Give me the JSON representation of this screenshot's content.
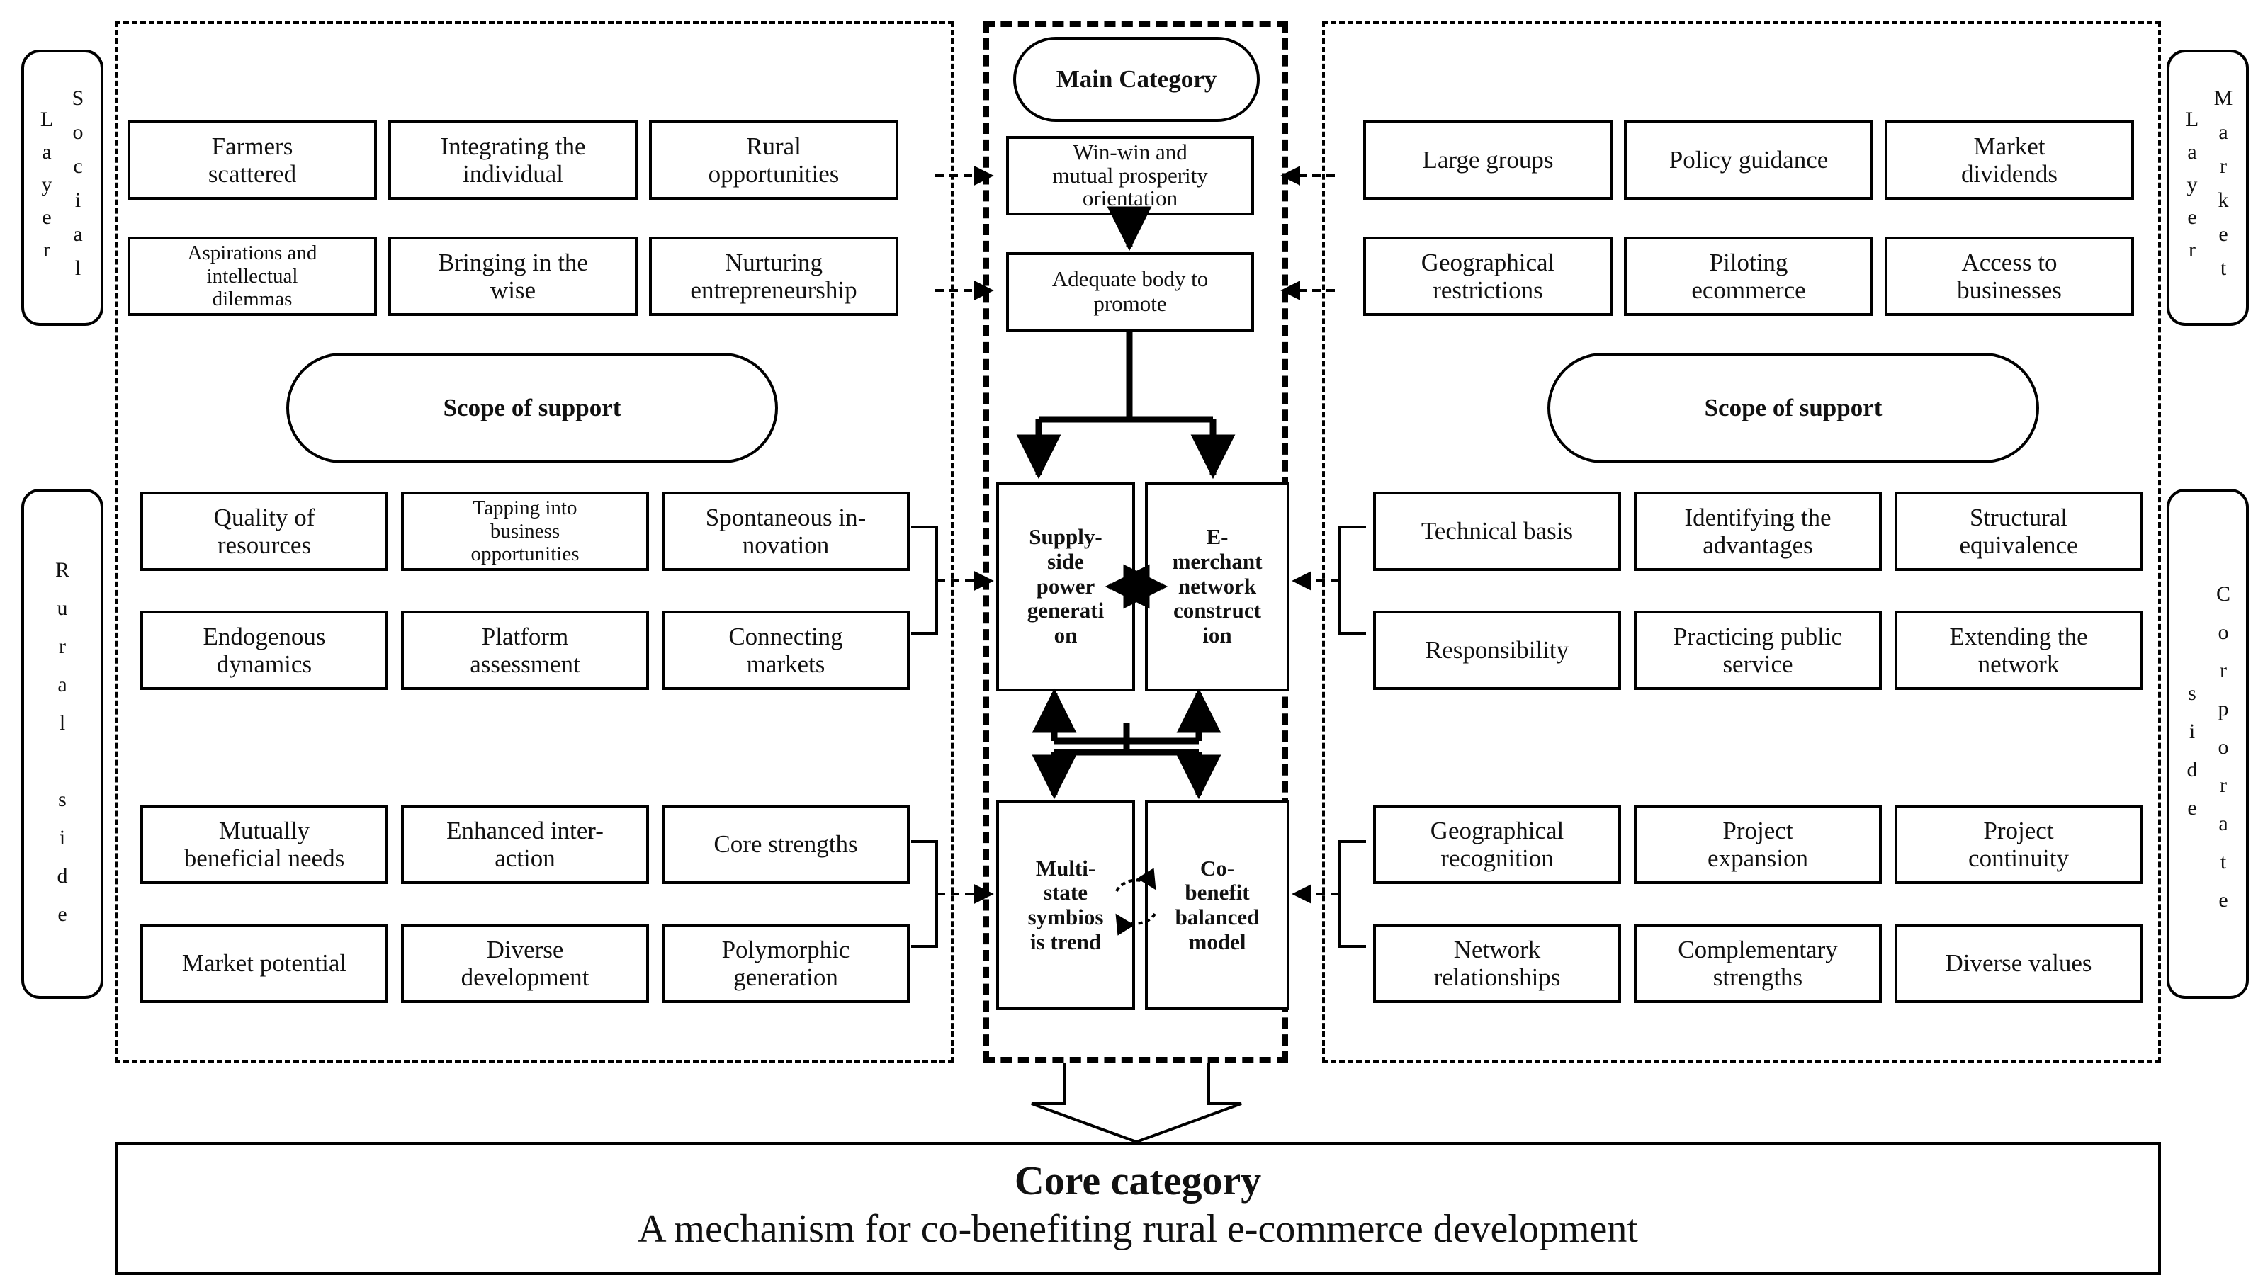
{
  "main": {
    "title": "Main Category",
    "win_win": "Win-win and\nmutual prosperity\norientation",
    "adequate_body": "Adequate body to\npromote",
    "supply_side": "Supply-\nside\npower\ngenerati\non",
    "e_merchant": "E-\nmerchant\nnetwork\nconstruct\nion",
    "multi_state": "Multi-\nstate\nsymbios\nis trend",
    "co_benefit": "Co-\nbenefit\nbalanced\nmodel"
  },
  "left": {
    "social_layer_label": {
      "col1": "Layer",
      "col2": "Social"
    },
    "rural_side_label": "Rural side",
    "scope": "Scope of support",
    "social_rows": [
      [
        "Farmers\nscattered",
        "Integrating the\nindividual",
        "Rural\nopportunities"
      ],
      [
        "Aspirations and\nintellectual\ndilemmas",
        "Bringing in the\nwise",
        "Nurturing\nentrepreneurship"
      ]
    ],
    "rural_rows_top": [
      [
        "Quality of\nresources",
        "Tapping into\nbusiness\nopportunities",
        "Spontaneous in-\nnovation"
      ],
      [
        "Endogenous\ndynamics",
        "Platform\nassessment",
        "Connecting\nmarkets"
      ]
    ],
    "rural_rows_bottom": [
      [
        "Mutually\nbeneficial needs",
        "Enhanced inter-\naction",
        "Core strengths"
      ],
      [
        "Market potential",
        "Diverse\ndevelopment",
        "Polymorphic\ngeneration"
      ]
    ]
  },
  "right": {
    "market_layer_label": {
      "col1": "Layer",
      "col2": "Market"
    },
    "corporate_side_label": {
      "col1": "side",
      "col2": "Corporate"
    },
    "scope": "Scope of support",
    "market_rows": [
      [
        "Large groups",
        "Policy guidance",
        "Market\ndividends"
      ],
      [
        "Geographical\nrestrictions",
        "Piloting\necommerce",
        "Access to\nbusinesses"
      ]
    ],
    "corp_rows_top": [
      [
        "Technical basis",
        "Identifying the\nadvantages",
        "Structural\nequivalence"
      ],
      [
        "Responsibility",
        "Practicing public\nservice",
        "Extending the\nnetwork"
      ]
    ],
    "corp_rows_bottom": [
      [
        "Geographical\nrecognition",
        "Project\nexpansion",
        "Project\ncontinuity"
      ],
      [
        "Network\nrelationships",
        "Complementary\nstrengths",
        "Diverse values"
      ]
    ]
  },
  "core": {
    "title": "Core category",
    "subtitle": "A mechanism for co-benefiting rural e-commerce development"
  }
}
